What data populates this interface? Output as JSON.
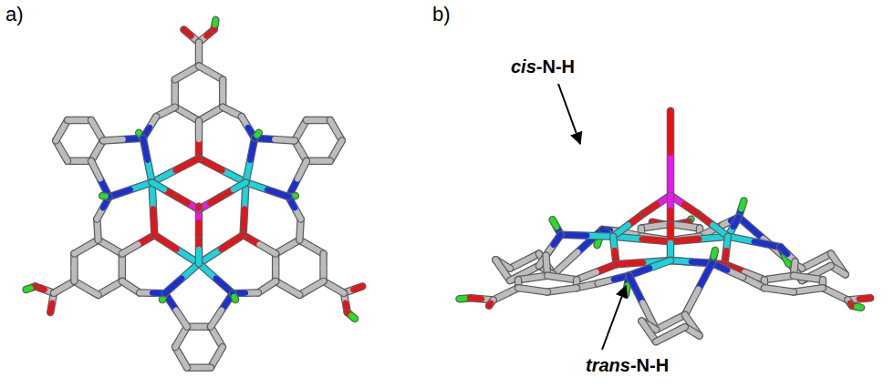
{
  "diagram": {
    "labels": [
      "a)",
      "b)",
      "cis-N-H",
      "trans-N-H"
    ]
  }
}
